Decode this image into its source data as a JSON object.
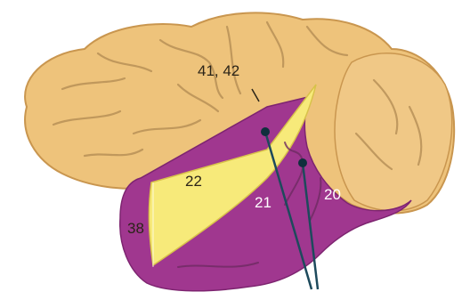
{
  "diagram": {
    "region_labels": [
      {
        "id": "area-41-42",
        "text": "41, 42"
      },
      {
        "id": "area-22",
        "text": "22"
      },
      {
        "id": "area-38",
        "text": "38"
      },
      {
        "id": "area-21",
        "text": "21"
      },
      {
        "id": "area-20",
        "text": "20"
      }
    ],
    "colors": {
      "cortex": "#eec37b",
      "cortex_shadow": "#d9a85c",
      "temporal_purple": "#a0378f",
      "temporal_purple_dark": "#7d2470",
      "area_22_yellow": "#f7ea7a",
      "pointer_line": "#1d4a5c",
      "pointer_dot": "#0f2f3d"
    }
  }
}
